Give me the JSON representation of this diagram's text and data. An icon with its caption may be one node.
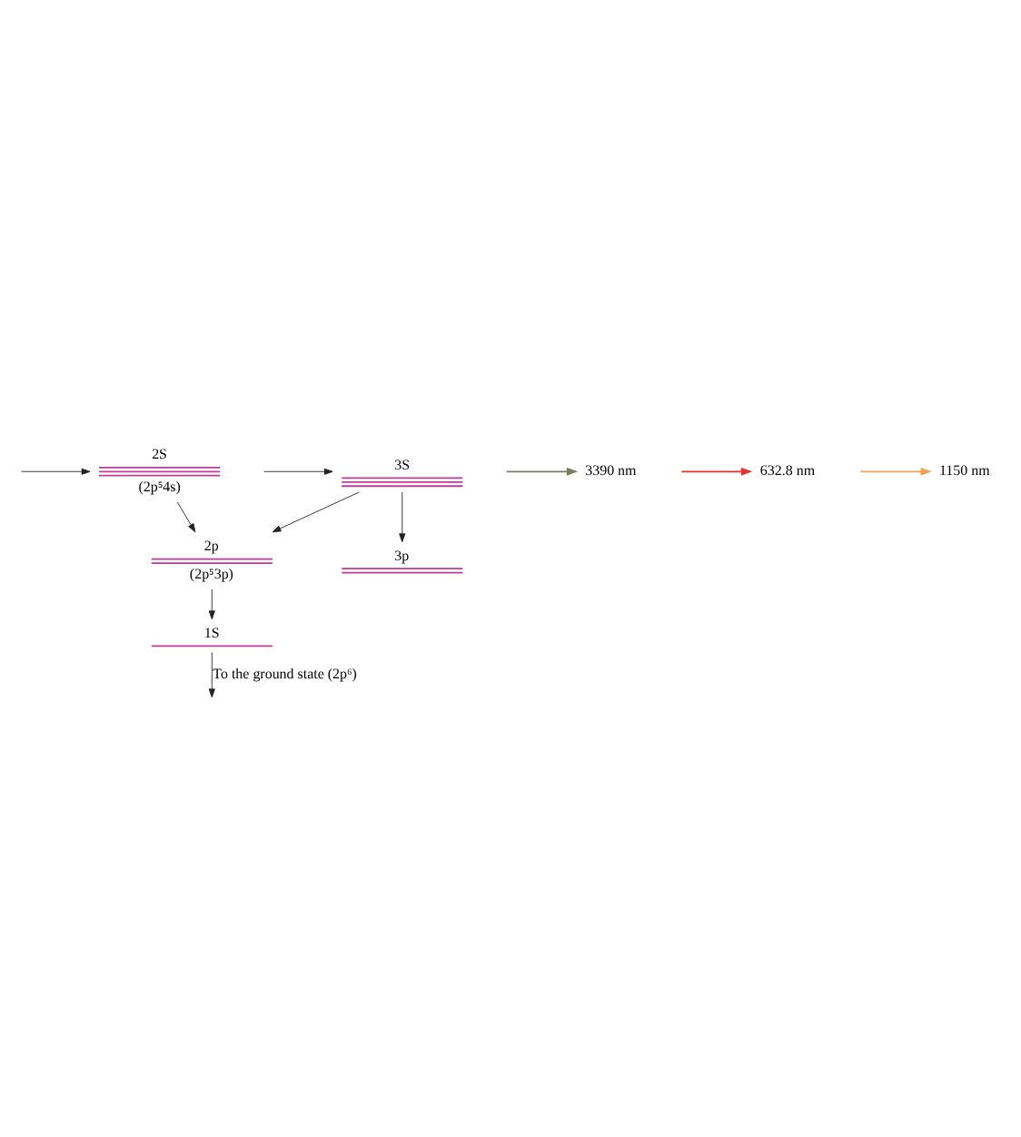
{
  "diagram": {
    "nodes": [
      {
        "text": [
          "3S"
        ]
      },
      {
        "text": [
          "2S"
        ],
        "beside": [
          "(2p⁵4s)"
        ]
      },
      {
        "text": [
          "3p"
        ]
      },
      {
        "text": [
          "2p"
        ],
        "beside": [
          "(2p⁵3p)"
        ]
      },
      {
        "text": [
          "1S"
        ]
      },
      {
        "text": [
          "3390 nm"
        ]
      },
      {
        "text": [
          "632.8 nm"
        ]
      },
      {
        "text": [
          "1150 nm"
        ]
      }
    ],
    "edges": [
      {
        "from": null,
        "to": 0,
        "arrow": "to"
      },
      {
        "from": null,
        "to": 1,
        "arrow": "to"
      },
      {
        "from": 0,
        "to": 2,
        "arrow": "to"
      },
      {
        "from": 0,
        "to": 3,
        "arrow": "to"
      },
      {
        "from": 1,
        "to": 3,
        "arrow": "to"
      },
      {
        "from": 3,
        "to": 4,
        "arrow": "to"
      },
      {
        "from": 4,
        "to": null,
        "arrow": "to",
        "label": "To the ground state (2p⁶)"
      },
      {
        "from": null,
        "to": 5,
        "arrow": "to",
        "color": "#7b7f5c"
      },
      {
        "from": null,
        "to": 6,
        "arrow": "to",
        "color": "#e8302a"
      },
      {
        "from": null,
        "to": 7,
        "arrow": "to",
        "color": "#f5a050"
      }
    ]
  }
}
